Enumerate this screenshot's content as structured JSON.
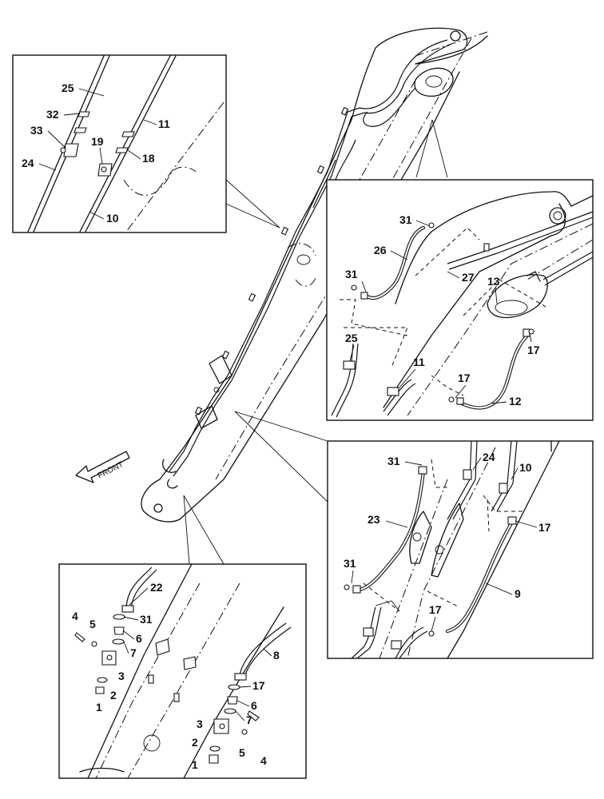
{
  "front_label": "FRONT",
  "callouts": {
    "top_left": [
      "25",
      "32",
      "33",
      "11",
      "19",
      "18",
      "24",
      "10"
    ],
    "right_upper": [
      "31",
      "26",
      "31",
      "27",
      "13",
      "25",
      "11",
      "17",
      "17",
      "12"
    ],
    "right_lower": [
      "31",
      "24",
      "10",
      "23",
      "17",
      "31",
      "9",
      "17"
    ],
    "bottom": [
      "22",
      "4",
      "5",
      "31",
      "6",
      "7",
      "3",
      "8",
      "2",
      "1",
      "17",
      "6",
      "7",
      "3",
      "2",
      "5",
      "4",
      "1"
    ]
  }
}
